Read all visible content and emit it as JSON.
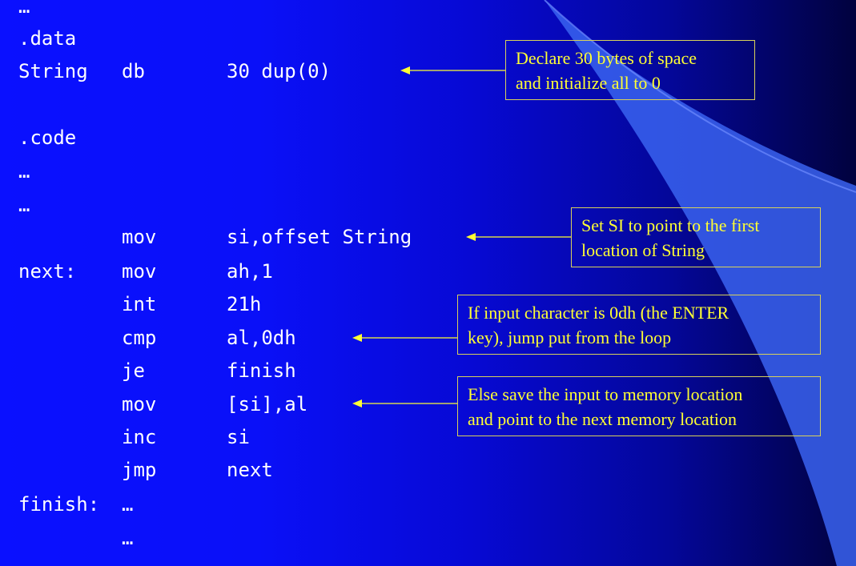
{
  "slide": {
    "code_lines": [
      {
        "label": "…",
        "op": "",
        "args": ""
      },
      {
        "label": ".data",
        "op": "",
        "args": ""
      },
      {
        "label": "String",
        "op": "db",
        "args": "30 dup(0)"
      },
      {
        "label": "",
        "op": "",
        "args": ""
      },
      {
        "label": ".code",
        "op": "",
        "args": ""
      },
      {
        "label": "…",
        "op": "",
        "args": ""
      },
      {
        "label": "…",
        "op": "",
        "args": ""
      },
      {
        "label": "",
        "op": "mov",
        "args": "si,offset String"
      },
      {
        "label": "next:",
        "op": "mov",
        "args": "ah,1"
      },
      {
        "label": "",
        "op": "int",
        "args": "21h"
      },
      {
        "label": "",
        "op": "cmp",
        "args": "al,0dh"
      },
      {
        "label": "",
        "op": "je",
        "args": "finish"
      },
      {
        "label": "",
        "op": "mov",
        "args": "[si],al"
      },
      {
        "label": "",
        "op": "inc",
        "args": "si"
      },
      {
        "label": "",
        "op": "jmp",
        "args": "next"
      },
      {
        "label": "finish:",
        "op": "…",
        "args": ""
      },
      {
        "label": "",
        "op": "…",
        "args": ""
      }
    ],
    "callouts": [
      {
        "line1": "Declare 30 bytes of space",
        "line2": "and initialize all to 0"
      },
      {
        "line1": "Set SI to point to the first",
        "line2": "location of String"
      },
      {
        "line1": "If input character is 0dh (the ENTER",
        "line2": "key), jump put from the loop"
      },
      {
        "line1": "Else save the input to memory location",
        "line2": "and point to the next memory location"
      }
    ],
    "colors": {
      "background_left": "#0a10ff",
      "background_right": "#01023e",
      "code_text": "#ffffff",
      "callout_text": "#ffff33",
      "callout_border": "#d8d25a",
      "decor_swoosh": "#3a63f0"
    }
  }
}
